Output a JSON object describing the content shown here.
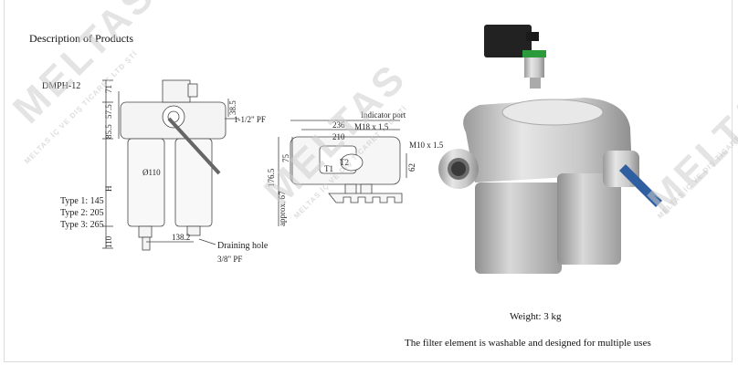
{
  "header": {
    "title": "Description of Products"
  },
  "drawing": {
    "model": "DMPH-12",
    "dimensions": {
      "d71": "71",
      "d57_5": "57.5",
      "d85_5": "85.5",
      "h": "H",
      "d110v": "110",
      "dia110": "Ø110",
      "d138_2": "138.2",
      "d38_5": "38.5",
      "port": "1-1/2\" PF",
      "d236": "236",
      "d210": "210",
      "m18": "M18 x 1.5",
      "m10": "M10 x 1.5",
      "d176_5": "176.5",
      "d75": "75",
      "d62": "62",
      "approx67": "approx. 67",
      "t1": "T1",
      "t2": "T2",
      "indicator": "Indicator port"
    },
    "types": [
      {
        "label": "Type 1: 145"
      },
      {
        "label": "Type 2: 205"
      },
      {
        "label": "Type 3: 265"
      }
    ],
    "drain": {
      "label": "Draining hole",
      "size": "3/8\" PF"
    }
  },
  "product": {
    "weight": "Weight: 3 kg",
    "note": "The filter element is washable and designed for multiple uses"
  },
  "watermark": {
    "brand": "MELTAS",
    "company": "MELTAS İÇ VE DIŞ TİCARET LTD ŞTİ"
  }
}
